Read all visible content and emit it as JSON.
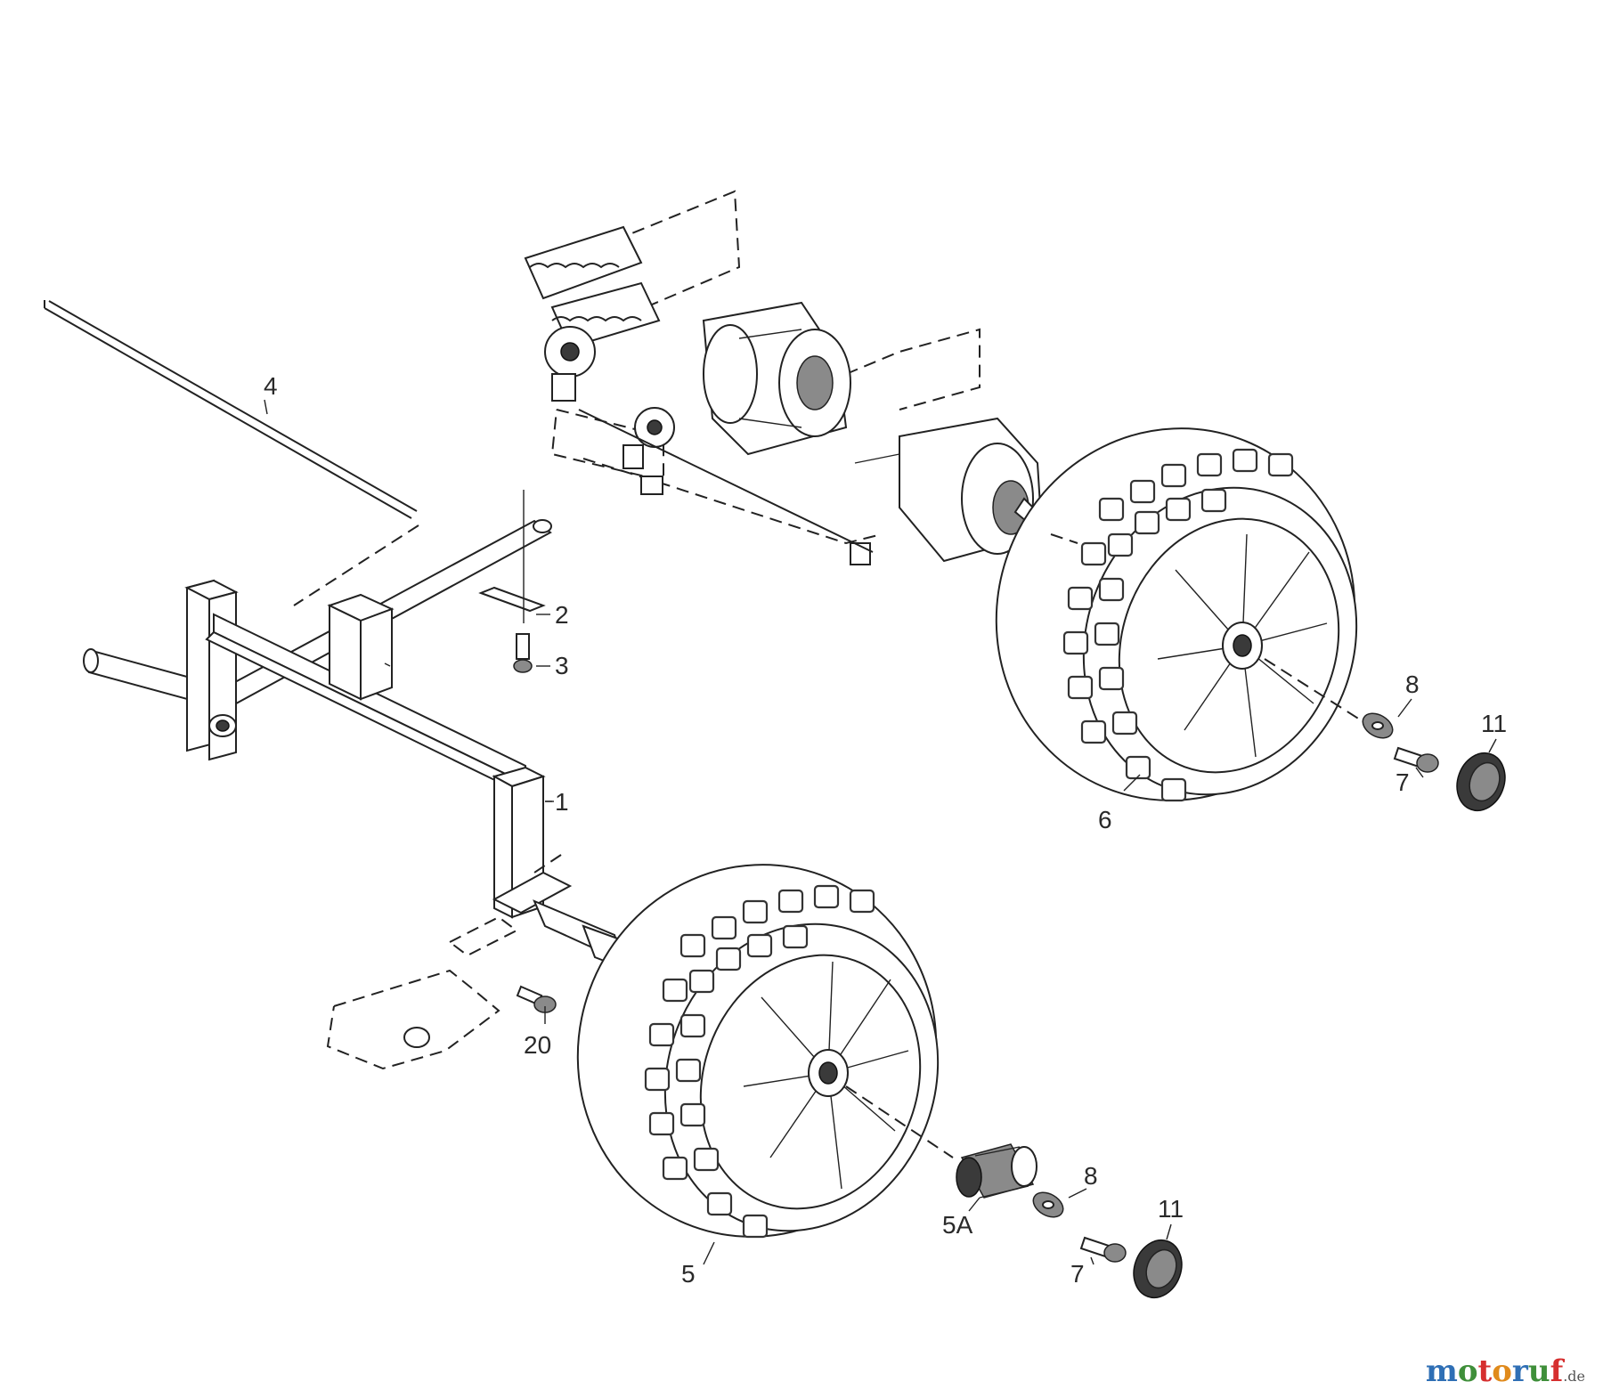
{
  "diagram": {
    "labels": {
      "p1": "1",
      "p2": "2",
      "p3": "3",
      "p4": "4",
      "p5": "5",
      "p5a": "5A",
      "p6": "6",
      "p7a": "7",
      "p7b": "7",
      "p8a": "8",
      "p8b": "8",
      "p11a": "11",
      "p11b": "11",
      "p20": "20"
    }
  },
  "watermark": {
    "letters": [
      "m",
      "o",
      "t",
      "o",
      "r",
      "u",
      "f"
    ],
    "tld": ".de",
    "colors": [
      "#2f6fb5",
      "#3f8f3a",
      "#d62f2f",
      "#e08a1c",
      "#2f6fb5",
      "#3f8f3a",
      "#d62f2f",
      "#555555"
    ]
  }
}
